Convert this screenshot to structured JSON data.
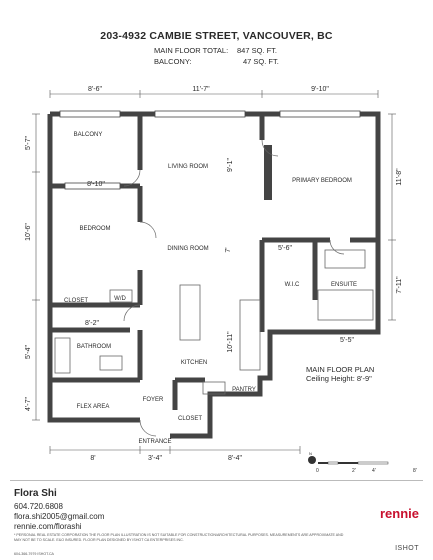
{
  "header": {
    "title": "203-4932 CAMBIE STREET, VANCOUVER, BC",
    "main_floor_label": "MAIN FLOOR TOTAL:",
    "main_floor_value": "847 SQ. FT.",
    "balcony_label": "BALCONY:",
    "balcony_value": "47 SQ. FT."
  },
  "rooms": {
    "balcony": "BALCONY",
    "living": "LIVING ROOM",
    "primary": "PRIMARY BEDROOM",
    "bedroom": "BEDROOM",
    "dining": "DINING ROOM",
    "wic": "W.I.C",
    "ensuite": "ENSUITE",
    "closet1": "CLOSET",
    "wd": "W/D",
    "bathroom": "BATHROOM",
    "kitchen": "KITCHEN",
    "pantry": "PANTRY",
    "flex": "FLEX AREA",
    "foyer": "FOYER",
    "closet2": "CLOSET",
    "entrance": "ENTRANCE"
  },
  "dimensions": {
    "top_left": "8'-6\"",
    "top_mid": "11'-7\"",
    "top_right": "9'-10\"",
    "balcony_h": "5'-7\"",
    "living_v": "9'-1\"",
    "primary_v": "11'-8\"",
    "bedroom_w": "8'-10\"",
    "bedroom_h": "10'-6\"",
    "dining_v": "7'",
    "wic_w": "5'-6\"",
    "ensuite_h": "7'-11\"",
    "closet_w": "8'-2\"",
    "kitchen_v": "10'-11\"",
    "ensuite_w": "5'-5\"",
    "bath_h": "5'-4\"",
    "flex_h": "4'-7\"",
    "bottom_left": "8'",
    "bottom_mid": "3'-4\"",
    "bottom_right": "8'-4\""
  },
  "floor_info": {
    "name": "MAIN FLOOR PLAN",
    "ceiling": "Ceiling Height: 8'-9\""
  },
  "scale": {
    "n": "N",
    "s0": "0",
    "s2": "2'",
    "s4": "4'",
    "s8": "8'"
  },
  "agent": {
    "name": "Flora Shi",
    "phone": "604.720.6808",
    "email": "flora.shi2005@gmail.com",
    "web": "rennie.com/florashi"
  },
  "brand": "rennie",
  "ishot": "ISHOT",
  "disclaimer": "* personal real estate corporation the floor plan illustration is not suitable for construction/architectural purposes. measurements are approximate and may not be to scale. e&o insured. floor plan designed by ishot ca enterprises inc.",
  "phone2": "604-366-7979 ISHOT.CA"
}
